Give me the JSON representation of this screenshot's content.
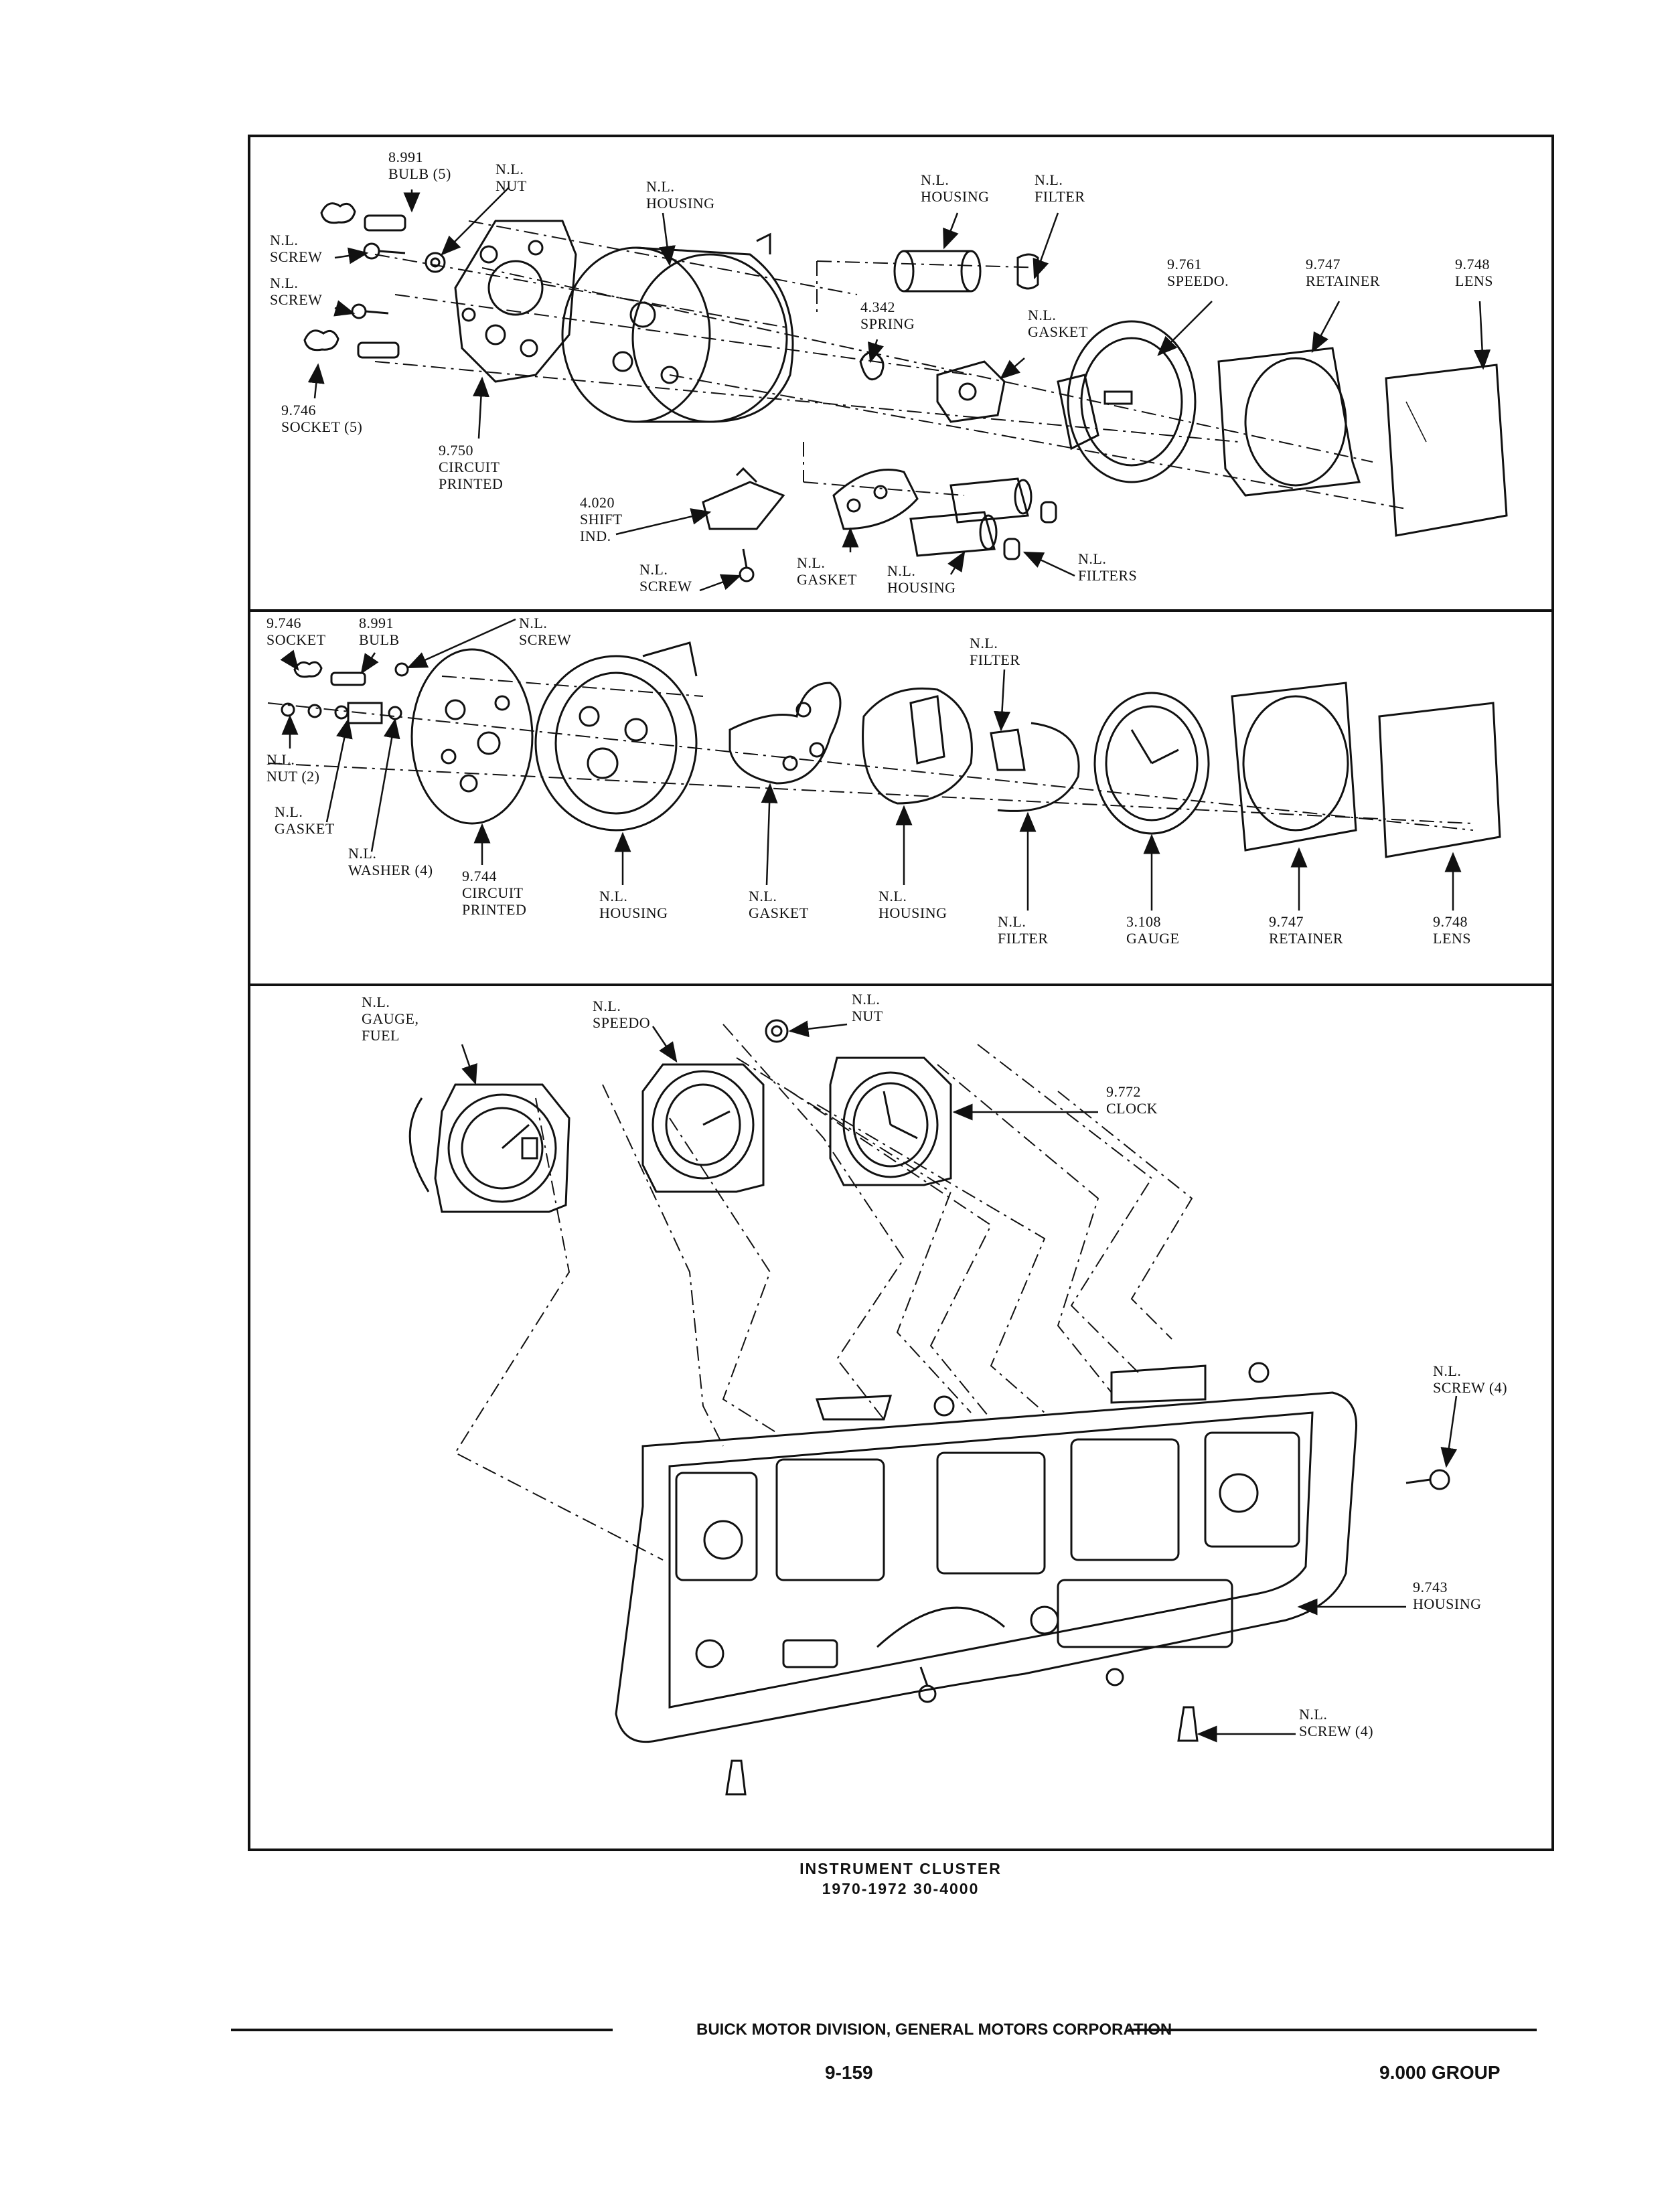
{
  "caption": {
    "title": "INSTRUMENT CLUSTER",
    "subtitle": "1970-1972 30-4000"
  },
  "footer": {
    "division": "BUICK MOTOR DIVISION, GENERAL MOTORS CORPORATION",
    "page_number": "9-159",
    "group": "9.000 GROUP"
  },
  "panel_top": {
    "labels": [
      "8.991\nBULB (5)",
      "N.L.\nNUT",
      "N.L.\nSCREW",
      "N.L.\nSCREW",
      "9.746\nSOCKET (5)",
      "9.750\nCIRCUIT\nPRINTED",
      "N.L.\nHOUSING",
      "4.020\nSHIFT\nIND.",
      "N.L.\nSCREW",
      "4.342\nSPRING",
      "N.L.\nHOUSING",
      "N.L.\nFILTER",
      "N.L.\nGASKET",
      "N.L.\nGASKET",
      "N.L.\nHOUSING",
      "N.L.\nFILTERS",
      "9.761\nSPEEDO.",
      "9.747\nRETAINER",
      "9.748\nLENS"
    ]
  },
  "panel_middle": {
    "labels": [
      "9.746\nSOCKET",
      "8.991\nBULB",
      "N.L.\nSCREW",
      "N.L.\nNUT (2)",
      "N.L.\nGASKET",
      "N.L.\nWASHER (4)",
      "9.744\nCIRCUIT\nPRINTED",
      "N.L.\nHOUSING",
      "N.L.\nGASKET",
      "N.L.\nHOUSING",
      "N.L.\nFILTER",
      "N.L.\nFILTER",
      "3.108\nGAUGE",
      "9.747\nRETAINER",
      "9.748\nLENS"
    ]
  },
  "panel_bottom": {
    "labels": [
      "N.L.\nGAUGE,\nFUEL",
      "N.L.\nSPEEDO",
      "N.L.\nNUT",
      "9.772\nCLOCK",
      "N.L.\nSCREW (4)",
      "9.743\nHOUSING",
      "N.L.\nSCREW (4)"
    ]
  }
}
